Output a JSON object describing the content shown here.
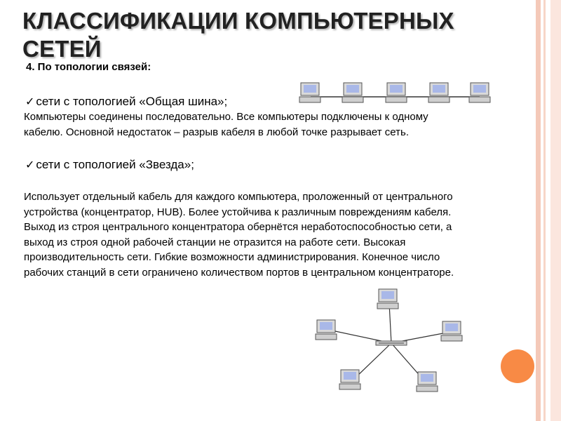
{
  "slide": {
    "title_line1": "КЛАССИФИКАЦИИ КОМПЬЮТЕРНЫХ",
    "title_line2": "СЕТЕЙ",
    "subtitle": "4. По топологии связей:",
    "bus": {
      "check": "✓",
      "label": "сети с топологией «Общая шина»;",
      "desc_line1": "Компьютеры соединены последовательно. Все компьютеры подключены к одному",
      "desc_line2": "кабелю. Основной недостаток – разрыв кабеля в любой точке разрывает сеть."
    },
    "star": {
      "check": "✓",
      "label": "сети с топологией «Звезда»;",
      "desc_lines": [
        "Использует отдельный кабель для каждого компьютера, проложенный от центрального",
        "устройства (концентратор, HUB). Более устойчива к различным повреждениям кабеля.",
        "Выход из строя центрального концентратора обернётся неработоспособностью сети, а",
        "выход из строя одной рабочей станции не отразится на работе сети. Высокая",
        "производительность сети. Гибкие возможности администрирования. Конечное число",
        "рабочих станций в сети ограничено количеством портов в центральном концентраторе."
      ]
    },
    "colors": {
      "accent_circle": "#f88a45",
      "border": "#f4c9b9",
      "monitor_screen": "#a9b8e8"
    },
    "icons": [
      "computer-icon",
      "hub-icon"
    ]
  }
}
